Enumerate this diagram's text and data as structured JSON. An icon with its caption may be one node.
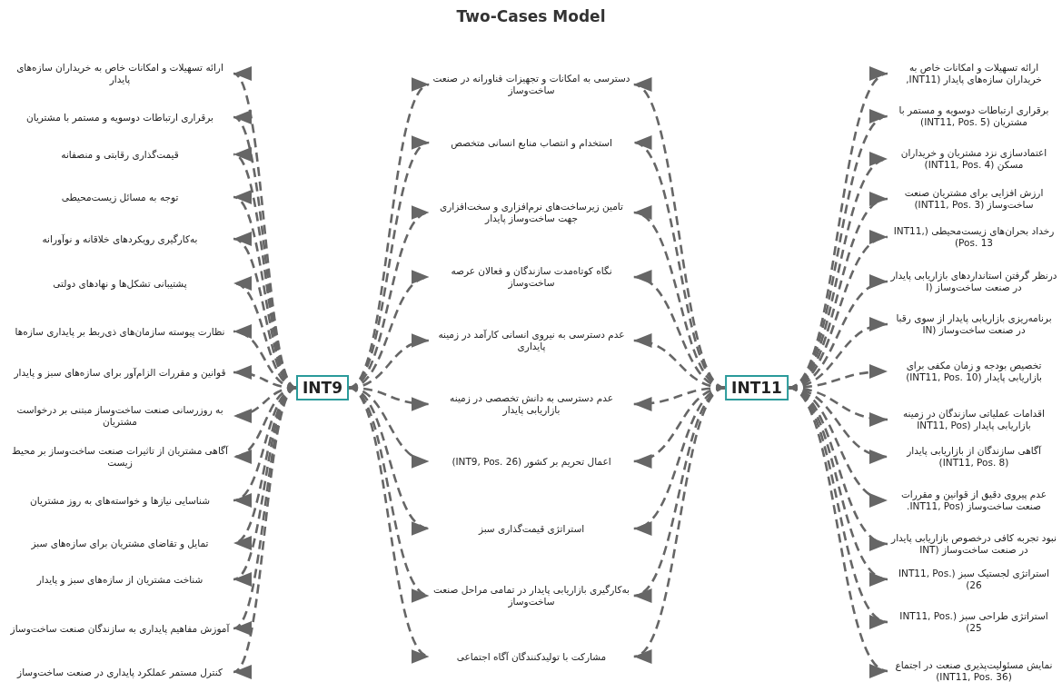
{
  "diagram": {
    "title": "Two-Cases Model",
    "nodes": [
      {
        "text": [
          "INT9"
        ]
      },
      {
        "text": [
          "INT11"
        ]
      },
      {
        "text": [
          "ارائه تسهیلات و امکانات خاص به خریداران سازه‌های پایدار"
        ]
      },
      {
        "text": [
          "برقراری ارتباطات دوسویه و مستمر با مشتریان"
        ]
      },
      {
        "text": [
          "قیمت‌گذاری رقابتی و منصفانه"
        ]
      },
      {
        "text": [
          "توجه به مسائل زیست‌محیطی"
        ]
      },
      {
        "text": [
          "به‌کارگیری رویکردهای خلاقانه و نوآورانه"
        ]
      },
      {
        "text": [
          "پشتیبانی تشکل‌ها و نهادهای دولتی"
        ]
      },
      {
        "text": [
          "نظارت پیوسته سازمان‌های ذی‌ربط بر پایداری سازه‌ها"
        ]
      },
      {
        "text": [
          "قوانین و مقررات الزام‌آور برای سازه‌های سبز و پایدار"
        ]
      },
      {
        "text": [
          "به روزرسانی صنعت ساخت‌وساز مبتنی بر درخواست مشتریان"
        ]
      },
      {
        "text": [
          "آگاهی مشتریان از تاثیرات صنعت ساخت‌وساز بر محیط زیست"
        ]
      },
      {
        "text": [
          "شناسایی نیازها و خواسته‌های به روز مشتریان"
        ]
      },
      {
        "text": [
          "تمایل و تقاضای مشتریان برای سازه‌های سبز"
        ]
      },
      {
        "text": [
          "شناخت مشتریان از سازه‌های سبز و پایدار"
        ]
      },
      {
        "text": [
          "آموزش مفاهیم پایداری به سازندگان صنعت ساخت‌وساز"
        ]
      },
      {
        "text": [
          "کنترل مستمر عملکرد پایداری در صنعت ساخت‌وساز"
        ]
      },
      {
        "text": [
          "دسترسی به امکانات و تجهیزات فناورانه در صنعت ساخت‌وساز"
        ]
      },
      {
        "text": [
          "استخدام و انتصاب منابع انسانی متخصص"
        ]
      },
      {
        "text": [
          "تامین زیرساخت‌های نرم‌افزاری و سخت‌افزاری جهت ساخت‌وساز پایدار"
        ]
      },
      {
        "text": [
          "نگاه کوتاه‌مدت سازندگان و فعالان عرصه ساخت‌وساز"
        ]
      },
      {
        "text": [
          "عدم دسترسی به نیروی انسانی کارآمد در زمینه پایداری"
        ]
      },
      {
        "text": [
          "عدم دسترسی به دانش تخصصی در زمینه بازاریابی پایدار"
        ]
      },
      {
        "text": [
          "اعمال تحریم بر کشور (INT9, Pos. 26)"
        ]
      },
      {
        "text": [
          "استراتژی قیمت‌گذاری سبز"
        ]
      },
      {
        "text": [
          "به‌کارگیری بازاریابی پایدار در تمامی مراحل صنعت ساخت‌وساز"
        ]
      },
      {
        "text": [
          "مشارکت با تولیدکنندگان آگاه اجتماعی"
        ]
      },
      {
        "text": [
          "ارائه تسهیلات و امکانات خاص به خریداران سازه‌های پایدار (INT11,"
        ]
      },
      {
        "text": [
          "برقراری ارتباطات دوسویه و مستمر با مشتریان (INT11, Pos. 5)"
        ]
      },
      {
        "text": [
          "اعتمادسازی نزد مشتریان و خریداران مسکن (INT11, Pos. 4)"
        ]
      },
      {
        "text": [
          "ارزش افزایی برای مشتریان صنعت ساخت‌وساز (INT11, Pos. 3)"
        ]
      },
      {
        "text": [
          "رخداد بحران‌های زیست‌محیطی (INT11, Pos. 13)"
        ]
      },
      {
        "text": [
          "درنظر گرفتن استانداردهای بازاریابی پایدار در صنعت ساخت‌وساز (I"
        ]
      },
      {
        "text": [
          "برنامه‌ریزی بازاریابی پایدار از سوی رقبا در صنعت ساخت‌وساز (IN"
        ]
      },
      {
        "text": [
          "تخصیص بودجه و زمان مکفی برای بازاریابی پایدار (INT11, Pos. 10)"
        ]
      },
      {
        "text": [
          "اقدامات عملیاتی سازندگان در زمینه بازاریابی پایدار (INT11, Pos"
        ]
      },
      {
        "text": [
          "آگاهی سازندگان از بازاریابی پایدار (INT11, Pos. 8)"
        ]
      },
      {
        "text": [
          "عدم پیروی دقیق از قوانین و مقررات صنعت ساخت‌وساز (INT11, Pos."
        ]
      },
      {
        "text": [
          "نبود تجربه کافی درخصوص بازاریابی پایدار در صنعت ساخت‌وساز (INT"
        ]
      },
      {
        "text": [
          "استراتژی لجستیک سبز (INT11, Pos. 26)"
        ]
      },
      {
        "text": [
          "استراتژی طراحی سبز (INT11, Pos. 25)"
        ]
      },
      {
        "text": [
          "نمایش مسئولیت‌پذیری صنعت در اجتماع (INT11, Pos. 36)"
        ]
      }
    ],
    "edges": [
      {
        "from": 0,
        "to": 2,
        "arrow": "to",
        "style": "dashed"
      },
      {
        "from": 0,
        "to": 3,
        "arrow": "to",
        "style": "dashed"
      },
      {
        "from": 0,
        "to": 4,
        "arrow": "to",
        "style": "dashed"
      },
      {
        "from": 0,
        "to": 5,
        "arrow": "to",
        "style": "dashed"
      },
      {
        "from": 0,
        "to": 6,
        "arrow": "to",
        "style": "dashed"
      },
      {
        "from": 0,
        "to": 7,
        "arrow": "to",
        "style": "dashed"
      },
      {
        "from": 0,
        "to": 8,
        "arrow": "to",
        "style": "dashed"
      },
      {
        "from": 0,
        "to": 9,
        "arrow": "to",
        "style": "dashed"
      },
      {
        "from": 0,
        "to": 10,
        "arrow": "to",
        "style": "dashed"
      },
      {
        "from": 0,
        "to": 11,
        "arrow": "to",
        "style": "dashed"
      },
      {
        "from": 0,
        "to": 12,
        "arrow": "to",
        "style": "dashed"
      },
      {
        "from": 0,
        "to": 13,
        "arrow": "to",
        "style": "dashed"
      },
      {
        "from": 0,
        "to": 14,
        "arrow": "to",
        "style": "dashed"
      },
      {
        "from": 0,
        "to": 15,
        "arrow": "to",
        "style": "dashed"
      },
      {
        "from": 0,
        "to": 16,
        "arrow": "to",
        "style": "dashed"
      },
      {
        "from": 0,
        "to": 17,
        "arrow": "to",
        "style": "dashed"
      },
      {
        "from": 0,
        "to": 18,
        "arrow": "to",
        "style": "dashed"
      },
      {
        "from": 0,
        "to": 19,
        "arrow": "to",
        "style": "dashed"
      },
      {
        "from": 0,
        "to": 20,
        "arrow": "to",
        "style": "dashed"
      },
      {
        "from": 0,
        "to": 21,
        "arrow": "to",
        "style": "dashed"
      },
      {
        "from": 0,
        "to": 22,
        "arrow": "to",
        "style": "dashed"
      },
      {
        "from": 0,
        "to": 23,
        "arrow": "to",
        "style": "dashed"
      },
      {
        "from": 0,
        "to": 24,
        "arrow": "to",
        "style": "dashed"
      },
      {
        "from": 0,
        "to": 25,
        "arrow": "to",
        "style": "dashed"
      },
      {
        "from": 0,
        "to": 26,
        "arrow": "to",
        "style": "dashed"
      },
      {
        "from": 1,
        "to": 17,
        "arrow": "to",
        "style": "dashed"
      },
      {
        "from": 1,
        "to": 18,
        "arrow": "to",
        "style": "dashed"
      },
      {
        "from": 1,
        "to": 19,
        "arrow": "to",
        "style": "dashed"
      },
      {
        "from": 1,
        "to": 20,
        "arrow": "to",
        "style": "dashed"
      },
      {
        "from": 1,
        "to": 21,
        "arrow": "to",
        "style": "dashed"
      },
      {
        "from": 1,
        "to": 22,
        "arrow": "to",
        "style": "dashed"
      },
      {
        "from": 1,
        "to": 23,
        "arrow": "to",
        "style": "dashed"
      },
      {
        "from": 1,
        "to": 24,
        "arrow": "to",
        "style": "dashed"
      },
      {
        "from": 1,
        "to": 25,
        "arrow": "to",
        "style": "dashed"
      },
      {
        "from": 1,
        "to": 26,
        "arrow": "to",
        "style": "dashed"
      },
      {
        "from": 1,
        "to": 27,
        "arrow": "to",
        "style": "dashed"
      },
      {
        "from": 1,
        "to": 28,
        "arrow": "to",
        "style": "dashed"
      },
      {
        "from": 1,
        "to": 29,
        "arrow": "to",
        "style": "dashed"
      },
      {
        "from": 1,
        "to": 30,
        "arrow": "to",
        "style": "dashed"
      },
      {
        "from": 1,
        "to": 31,
        "arrow": "to",
        "style": "dashed"
      },
      {
        "from": 1,
        "to": 32,
        "arrow": "to",
        "style": "dashed"
      },
      {
        "from": 1,
        "to": 33,
        "arrow": "to",
        "style": "dashed"
      },
      {
        "from": 1,
        "to": 34,
        "arrow": "to",
        "style": "dashed"
      },
      {
        "from": 1,
        "to": 35,
        "arrow": "to",
        "style": "dashed"
      },
      {
        "from": 1,
        "to": 36,
        "arrow": "to",
        "style": "dashed"
      },
      {
        "from": 1,
        "to": 37,
        "arrow": "to",
        "style": "dashed"
      },
      {
        "from": 1,
        "to": 38,
        "arrow": "to",
        "style": "dashed"
      },
      {
        "from": 1,
        "to": 39,
        "arrow": "to",
        "style": "dashed"
      },
      {
        "from": 1,
        "to": 40,
        "arrow": "to",
        "style": "dashed"
      },
      {
        "from": 1,
        "to": 41,
        "arrow": "to",
        "style": "dashed"
      }
    ]
  }
}
